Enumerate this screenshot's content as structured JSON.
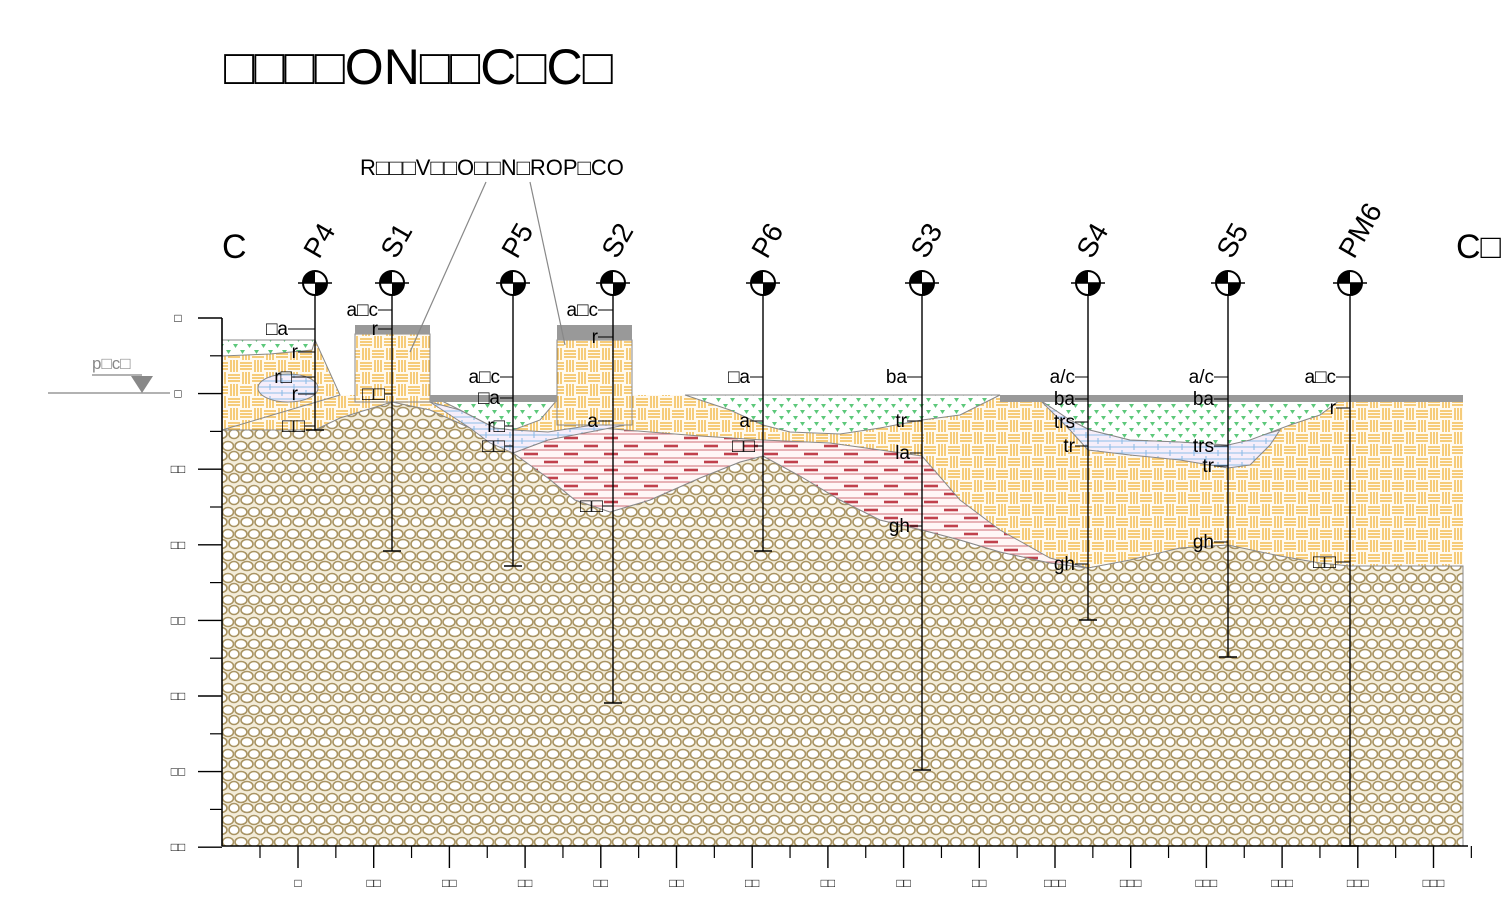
{
  "title": "□□□□ON□□C□C□",
  "fill_note": "R□□□V□□O□□N□ROP□CO",
  "section_start": "C",
  "section_end": "C□",
  "water_table_label": "p□c□",
  "boreholes": [
    {
      "id": "P4",
      "labels": [
        {
          "text": "□a"
        },
        {
          "text": "r"
        },
        {
          "text": "r□"
        },
        {
          "text": "r"
        },
        {
          "text": "□□"
        }
      ]
    },
    {
      "id": "S1",
      "labels": [
        {
          "text": "a□c"
        },
        {
          "text": "r"
        },
        {
          "text": "□□"
        }
      ]
    },
    {
      "id": "P5",
      "labels": [
        {
          "text": "a□c"
        },
        {
          "text": "□a"
        },
        {
          "text": "r□"
        },
        {
          "text": "□□"
        }
      ]
    },
    {
      "id": "S2",
      "labels": [
        {
          "text": "a□c"
        },
        {
          "text": "r"
        },
        {
          "text": "a"
        },
        {
          "text": "□□"
        }
      ]
    },
    {
      "id": "P6",
      "labels": [
        {
          "text": "□a"
        },
        {
          "text": "a"
        },
        {
          "text": "□□"
        }
      ]
    },
    {
      "id": "S3",
      "labels": [
        {
          "text": "ba"
        },
        {
          "text": "tr"
        },
        {
          "text": "la"
        },
        {
          "text": "gh"
        }
      ]
    },
    {
      "id": "S4",
      "labels": [
        {
          "text": "a/c"
        },
        {
          "text": "ba"
        },
        {
          "text": "trs"
        },
        {
          "text": "tr"
        },
        {
          "text": "gh"
        }
      ]
    },
    {
      "id": "S5",
      "labels": [
        {
          "text": "a/c"
        },
        {
          "text": "ba"
        },
        {
          "text": "trs"
        },
        {
          "text": "tr"
        },
        {
          "text": "gh"
        }
      ]
    },
    {
      "id": "PM6",
      "labels": [
        {
          "text": "a□c"
        },
        {
          "text": "r"
        },
        {
          "text": "□□"
        }
      ]
    }
  ],
  "depth_axis": {
    "ticks": [
      "□",
      "□",
      "□□",
      "□□",
      "□□",
      "□□",
      "□□",
      "□□"
    ]
  },
  "distance_axis": {
    "ticks": [
      "□",
      "□□",
      "□□",
      "□□",
      "□□",
      "□□",
      "□□",
      "□□",
      "□□",
      "□□",
      "□□□",
      "□□□",
      "□□□",
      "□□□",
      "□□□",
      "□□□"
    ]
  },
  "colors": {
    "gravel_fill": "#f3ecd9",
    "gravel_stroke": "#a99463",
    "sand_fill": "#fffaf0",
    "sand_stroke": "#f2b43a",
    "green_fill": "#ffffff",
    "green_mark": "#5cc87a",
    "clay_fill": "#f6eefa",
    "clay_stroke": "#8fbde8",
    "silt_fill": "#fff6f6",
    "silt_stroke": "#c0404c",
    "pavement": "#999999",
    "outline": "#888888",
    "ink": "#000000"
  }
}
